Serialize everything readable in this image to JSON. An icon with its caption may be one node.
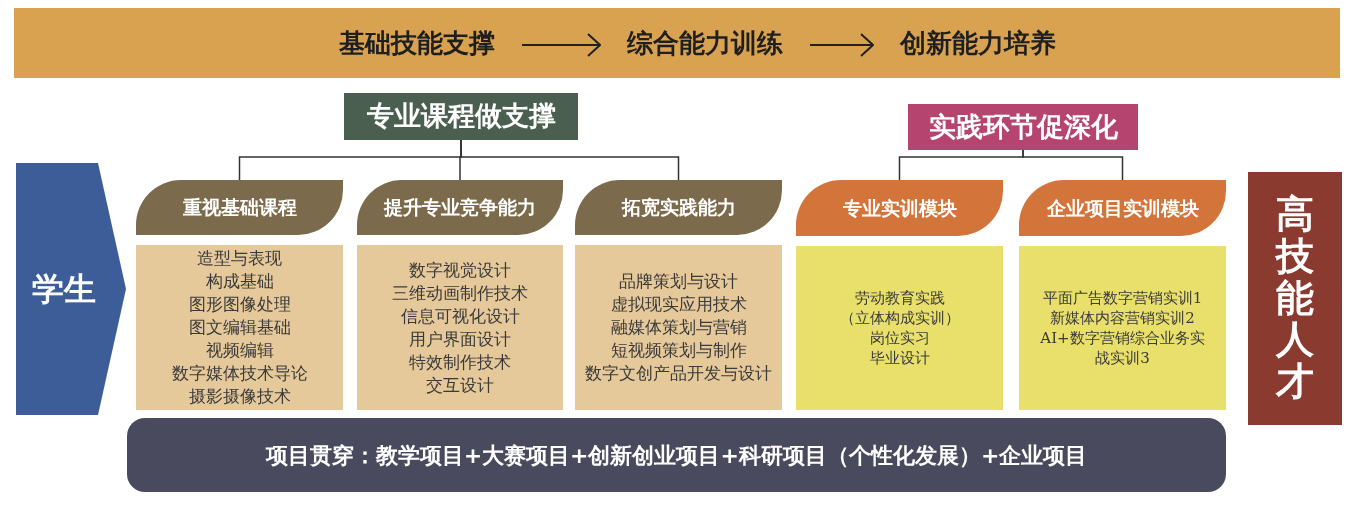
{
  "diagram": {
    "nodes": [
      {
        "text": [],
        "shape": "bar"
      },
      {
        "text": [
          "基础技能支撑"
        ],
        "in": 0
      },
      {
        "text": [
          "综合能力训练"
        ],
        "in": 0
      },
      {
        "text": [
          "创新能力培养"
        ],
        "in": 0
      },
      {
        "text": [
          "专业课程做支撑"
        ]
      },
      {
        "text": [
          "实践环节促深化"
        ]
      },
      {
        "text": [
          "学生"
        ]
      },
      {
        "text": [
          "重视基础课程"
        ]
      },
      {
        "text": [
          "造型与表现",
          "构成基础",
          "图形图像处理",
          "图文编辑基础",
          "视频编辑",
          "数字媒体技术导论",
          "摄影摄像技术"
        ]
      },
      {
        "text": [
          "提升专业竞争能力"
        ]
      },
      {
        "text": [
          "数字视觉设计",
          "三维动画制作技术",
          "信息可视化设计",
          "用户界面设计",
          "特效制作技术",
          "交互设计"
        ]
      },
      {
        "text": [
          "拓宽实践能力"
        ]
      },
      {
        "text": [
          "品牌策划与设计",
          "虚拟现实应用技术",
          "融媒体策划与营销",
          "短视频策划与制作",
          "数字文创产品开发与设计"
        ]
      },
      {
        "text": [
          "专业实训模块"
        ]
      },
      {
        "text": [
          "劳动教育实践",
          "（立体构成实训）",
          "岗位实习",
          "毕业设计"
        ]
      },
      {
        "text": [
          "企业项目实训模块"
        ]
      },
      {
        "text": [
          "平面广告数字营销实训1",
          "新媒体内容营销实训2",
          "AI+数字营销综合业务实战实训3"
        ]
      },
      {
        "text": [
          "高技能人才"
        ]
      },
      {
        "text": [
          "项目贯穿：教学项目+大赛项目+创新创业项目+科研项目（个性化发展）+企业项目"
        ]
      }
    ],
    "edges": [
      {
        "from": 1,
        "to": 2,
        "arrow": "to"
      },
      {
        "from": 2,
        "to": 3,
        "arrow": "to"
      },
      {
        "from": 4,
        "to": 7,
        "arrow": "none"
      },
      {
        "from": 4,
        "to": 9,
        "arrow": "none"
      },
      {
        "from": 4,
        "to": 11,
        "arrow": "none"
      },
      {
        "from": 5,
        "to": 13,
        "arrow": "none"
      },
      {
        "from": 5,
        "to": 15,
        "arrow": "none"
      }
    ]
  }
}
